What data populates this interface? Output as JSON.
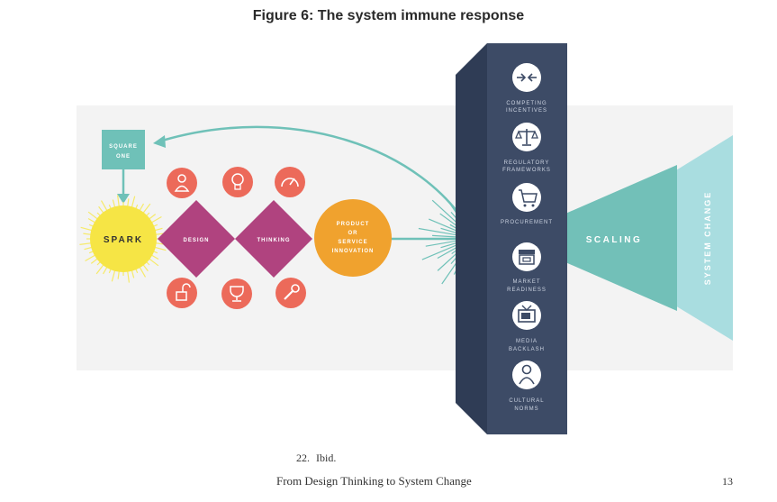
{
  "figure": {
    "title": "Figure 6: The system immune response",
    "square_one": [
      "SQUARE",
      "ONE"
    ],
    "spark": "SPARK",
    "design": "DESIGN",
    "thinking": "THINKING",
    "product": [
      "PRODUCT",
      "OR",
      "SERVICE",
      "INNOVATION"
    ],
    "wall": [
      {
        "icon": "arrows-in-icon",
        "label": [
          "COMPETING",
          "INCENTIVES"
        ]
      },
      {
        "icon": "scales-icon",
        "label": [
          "REGULATORY",
          "FRAMEWORKS"
        ]
      },
      {
        "icon": "cart-icon",
        "label": [
          "PROCUREMENT"
        ]
      },
      {
        "icon": "store-icon",
        "label": [
          "MARKET",
          "READINESS"
        ]
      },
      {
        "icon": "tv-icon",
        "label": [
          "MEDIA",
          "BACKLASH"
        ]
      },
      {
        "icon": "person-icon",
        "label": [
          "CULTURAL",
          "NORMS"
        ]
      }
    ],
    "scaling": "SCALING",
    "system_change": "SYSTEM CHANGE",
    "top_icons": [
      "person-icon",
      "lightbulb-icon",
      "gauge-icon"
    ],
    "bottom_icons": [
      "unlocked-icon",
      "trophy-icon",
      "wrench-icon"
    ],
    "colors": {
      "background_panel": "#f3f3f3",
      "teal": "#6fc1b8",
      "teal_light": "#a9dde0",
      "teal_dark": "#5fb5ac",
      "navy": "#3d4b66",
      "navy_dark": "#2f3c55",
      "coral": "#ec6a5a",
      "magenta": "#b0437f",
      "orange": "#f0a22e",
      "yellow": "#f6e545"
    }
  },
  "footnote": {
    "number": "22.",
    "text": "Ibid."
  },
  "footer": {
    "title": "From Design Thinking to System Change",
    "page": "13"
  }
}
